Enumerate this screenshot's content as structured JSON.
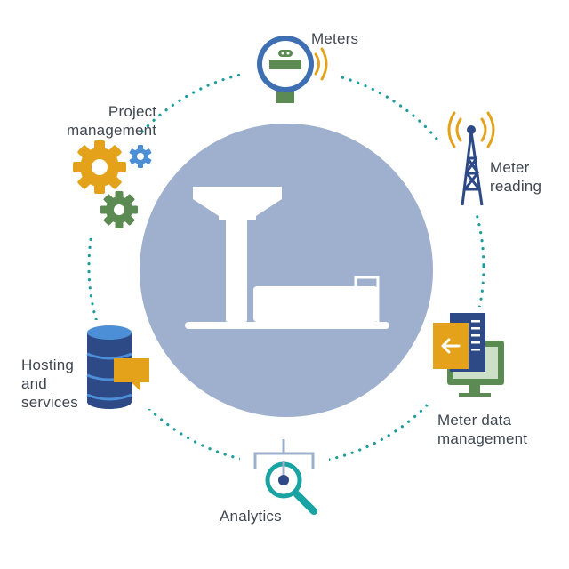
{
  "diagram": {
    "colors": {
      "center_circle": "#9eb0cd",
      "dotted_ring": "#1d9c9c",
      "icon_blue": "#3d5fa0",
      "icon_navy": "#2d4a86",
      "icon_orange": "#e3a21a",
      "icon_green": "#5b8b52",
      "icon_light_blue": "#4d8fd6",
      "icon_teal": "#1aa3a3",
      "label_text": "#3f4650"
    },
    "center": {
      "icon": "water-tower-icon",
      "description_icons": [
        "water-tower-icon",
        "reservoir-tank-icon"
      ]
    },
    "nodes": [
      {
        "id": "meters",
        "icon": "water-meter-icon",
        "label_lines": [
          "Meters"
        ]
      },
      {
        "id": "meter-reading",
        "icon": "radio-tower-icon",
        "label_lines": [
          "Meter",
          "reading"
        ]
      },
      {
        "id": "meter-data-management",
        "icon": "computer-monitor-icon",
        "label_lines": [
          "Meter data",
          "management"
        ]
      },
      {
        "id": "analytics",
        "icon": "magnifier-icon",
        "label_lines": [
          "Analytics"
        ]
      },
      {
        "id": "hosting",
        "icon": "database-icon",
        "label_lines": [
          "Hosting",
          "and",
          "services"
        ]
      },
      {
        "id": "project-management",
        "icon": "gears-icon",
        "label_lines": [
          "Project",
          "management"
        ]
      }
    ]
  }
}
